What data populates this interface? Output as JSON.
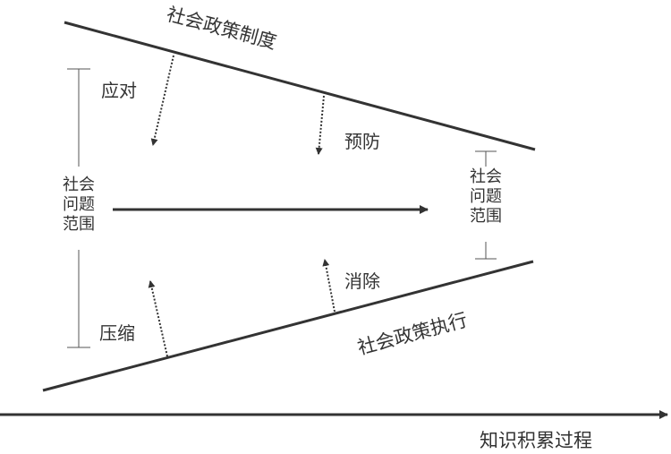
{
  "labels": {
    "top_line": "社会政策制度",
    "bottom_line": "社会政策执行",
    "respond": "应对",
    "prevent": "预防",
    "compress": "压缩",
    "eliminate": "消除",
    "axis": "知识积累过程"
  },
  "scope_left": [
    "社会",
    "问题",
    "范围"
  ],
  "scope_right": [
    "社会",
    "问题",
    "范围"
  ],
  "colors": {
    "line": "#333333",
    "text": "#333333",
    "background": "#ffffff"
  }
}
